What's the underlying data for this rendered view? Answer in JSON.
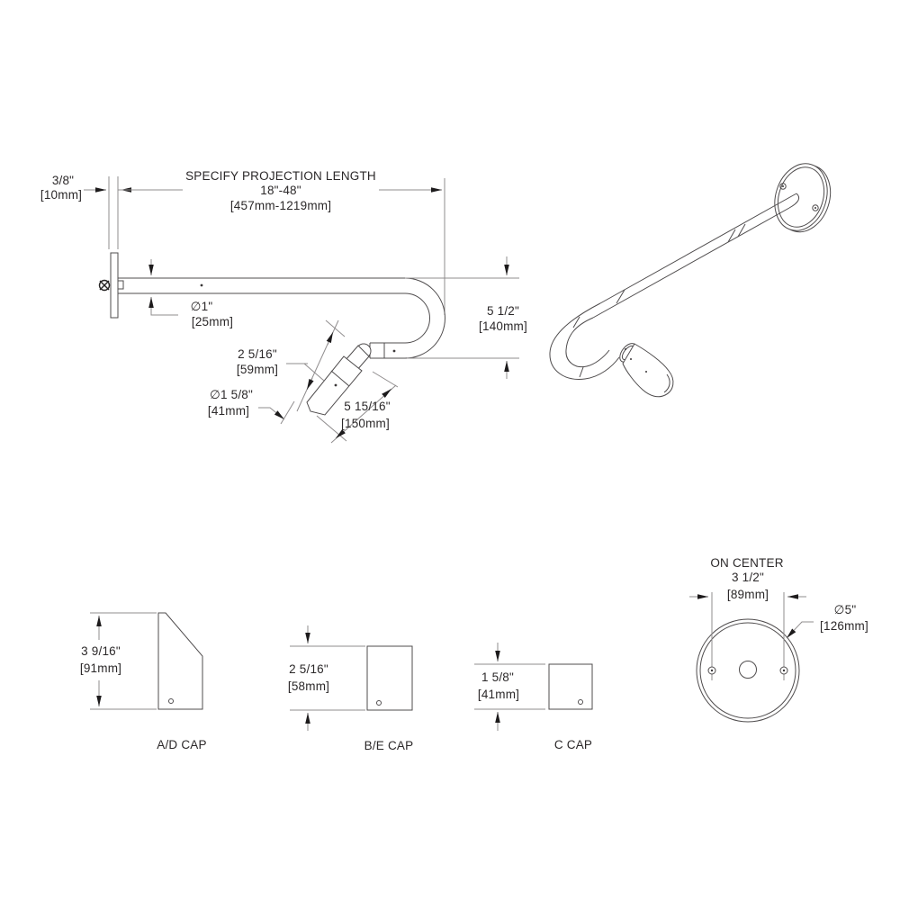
{
  "drawing": {
    "type": "technical-dimension-drawing",
    "background": "#ffffff",
    "line_color": "#4f4c4d",
    "dim_line_color": "#8f8c8d",
    "text_color": "#2b2829"
  },
  "main_view": {
    "plate_thickness_in": "3/8\"",
    "plate_thickness_mm": "[10mm]",
    "projection_label": "SPECIFY PROJECTION LENGTH",
    "projection_range_in": "18\"-48\"",
    "projection_range_mm": "[457mm-1219mm]",
    "tube_diameter_in": "∅1\"",
    "tube_diameter_mm": "[25mm]",
    "return_height_in": "5 1/2\"",
    "return_height_mm": "[140mm]",
    "cap_segment_in": "2 5/16\"",
    "cap_segment_mm": "[59mm]",
    "cap_diameter_in": "∅1 5/8\"",
    "cap_diameter_mm": "[41mm]",
    "cap_total_in": "5 15/16\"",
    "cap_total_mm": "[150mm]"
  },
  "caps": {
    "ad": {
      "height_in": "3 9/16\"",
      "height_mm": "[91mm]",
      "label": "A/D CAP"
    },
    "be": {
      "height_in": "2 5/16\"",
      "height_mm": "[58mm]",
      "label": "B/E CAP"
    },
    "c": {
      "height_in": "1 5/8\"",
      "height_mm": "[41mm]",
      "label": "C CAP"
    }
  },
  "flange_view": {
    "on_center_label": "ON CENTER",
    "on_center_in": "3 1/2\"",
    "on_center_mm": "[89mm]",
    "diameter_in": "∅5\"",
    "diameter_mm": "[126mm]"
  }
}
